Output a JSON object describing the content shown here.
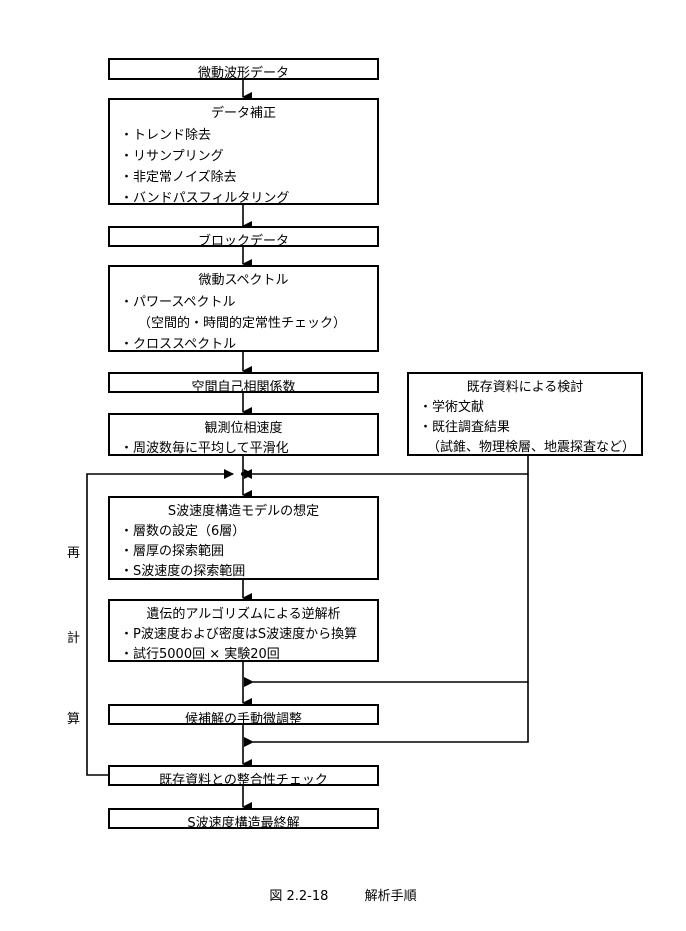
{
  "boxes": {
    "microtremor_data": {
      "title": "微動波形データ"
    },
    "data_correction": {
      "title": "データ補正",
      "lines": [
        "・トレンド除去",
        "・リサンプリング",
        "・非定常ノイズ除去",
        "・バンドパスフィルタリング"
      ]
    },
    "block_data": {
      "title": "ブロックデータ"
    },
    "microtremor_spectrum": {
      "title": "微動スペクトル",
      "lines": [
        "・パワースペクトル",
        "（空間的・時間的定常性チェック）",
        "・クロススペクトル"
      ]
    },
    "spac": {
      "title": "空間自己相関係数"
    },
    "phase_velocity": {
      "title": "観測位相速度",
      "lines": [
        "・周波数毎に平均して平滑化"
      ]
    },
    "existing_data_review": {
      "title": "既存資料による検討",
      "lines": [
        "・学術文献",
        "・既往調査結果",
        "（試錐、物理検層、地震探査など）"
      ]
    },
    "model_assumption": {
      "title": "S波速度構造モデルの想定",
      "lines": [
        "・層数の設定（6層）",
        "・層厚の探索範囲",
        "・S波速度の探索範囲"
      ]
    },
    "inversion": {
      "title": "遺伝的アルゴリズムによる逆解析",
      "lines": [
        "・P波速度および密度はS波速度から換算",
        "・試行5000回 × 実験20回"
      ]
    },
    "manual_adjust": {
      "title": "候補解の手動微調整"
    },
    "consistency_check": {
      "title": "既存資料との整合性チェック"
    },
    "final_solution": {
      "title": "S波速度構造最終解"
    }
  },
  "recalc_label": [
    "再",
    "計",
    "算"
  ],
  "caption": {
    "figure_no": "図 2.2-18",
    "title": "解析手順"
  }
}
